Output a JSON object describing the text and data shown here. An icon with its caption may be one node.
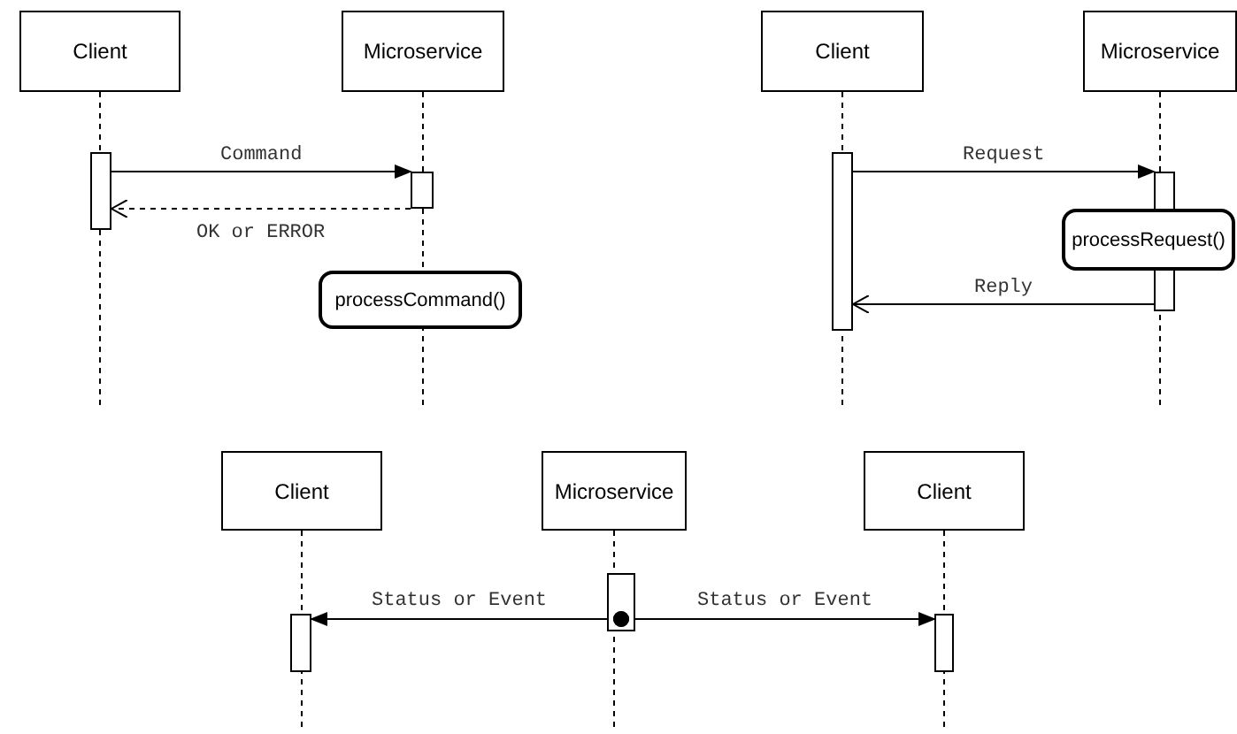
{
  "diagram": {
    "nodes": [
      {
        "text": [
          "Client"
        ]
      },
      {
        "text": [
          "Microservice"
        ]
      },
      {
        "text": [],
        "shape": "bar"
      },
      {
        "text": [],
        "shape": "bar"
      },
      {
        "text": [
          "processCommand()"
        ]
      },
      {
        "text": [
          "Client"
        ]
      },
      {
        "text": [
          "Microservice"
        ]
      },
      {
        "text": [],
        "shape": "bar"
      },
      {
        "text": [],
        "shape": "bar"
      },
      {
        "text": [
          "processRequest()"
        ]
      },
      {
        "text": [
          "Client"
        ]
      },
      {
        "text": [
          "Microservice"
        ]
      },
      {
        "text": [
          "Client"
        ]
      },
      {
        "text": [],
        "shape": "bar"
      },
      {
        "text": [],
        "shape": "bar"
      },
      {
        "text": [],
        "shape": "bar"
      }
    ],
    "edges": [
      {
        "from": 2,
        "to": 3,
        "arrow": "to",
        "label": "Command"
      },
      {
        "from": 3,
        "to": 2,
        "arrow": "to",
        "label": "OK or ERROR",
        "style": "dashed"
      },
      {
        "from": 7,
        "to": 8,
        "arrow": "to",
        "label": "Request"
      },
      {
        "from": 8,
        "to": 7,
        "arrow": "to",
        "label": "Reply"
      },
      {
        "from": 14,
        "to": 13,
        "arrow": "to",
        "label": "Status or Event"
      },
      {
        "from": 14,
        "to": 15,
        "arrow": "to",
        "label": "Status or Event"
      }
    ]
  }
}
